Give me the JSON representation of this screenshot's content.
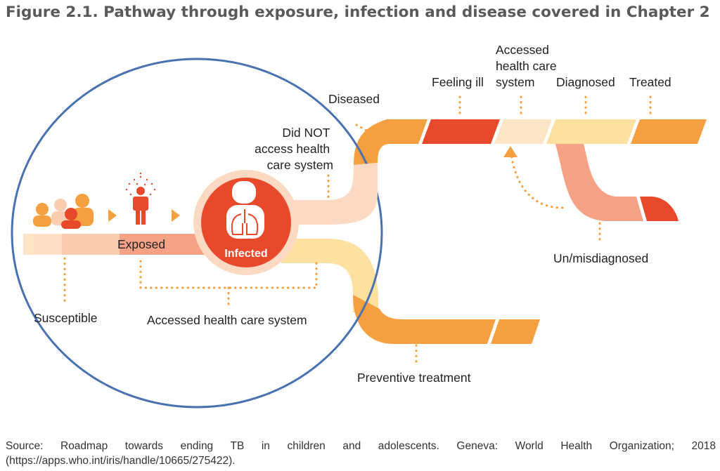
{
  "figure": {
    "title": "Figure 2.1. Pathway through exposure, infection and disease covered in Chapter 2",
    "source": "Source: Roadmap towards ending TB in children and adolescents. Geneva: World Health Organization; 2018 (https://apps.who.int/iris/handle/10665/275422)."
  },
  "labels": {
    "susceptible": "Susceptible",
    "exposed": "Exposed",
    "infected": "Infected",
    "accessed_health_care_system": "Accessed health care system",
    "did_not_access": [
      "Did NOT",
      "access health",
      "care system"
    ],
    "diseased": "Diseased",
    "feeling_ill": "Feeling ill",
    "accessed_health_care": [
      "Accessed",
      "health care",
      "system"
    ],
    "diagnosed": "Diagnosed",
    "treated": "Treated",
    "un_misdiagnosed": "Un/misdiagnosed",
    "preventive_treatment": "Preventive treatment"
  },
  "icons": [
    "people-group-icon",
    "exposed-person-icon",
    "arrow-right-icon",
    "person-icon",
    "lungs-icon",
    "arrow-up-icon"
  ],
  "colors": {
    "title": "#5a5a5a",
    "circle_outline": "#4a72b0",
    "infected": "#e8492b",
    "red": "#e8492b",
    "orange": "#f5a040",
    "light_yellow": "#fde1a0",
    "peach": "#f6a286",
    "pale_peach": "#fbd9c3",
    "dotted_connector": "#f5a040"
  }
}
